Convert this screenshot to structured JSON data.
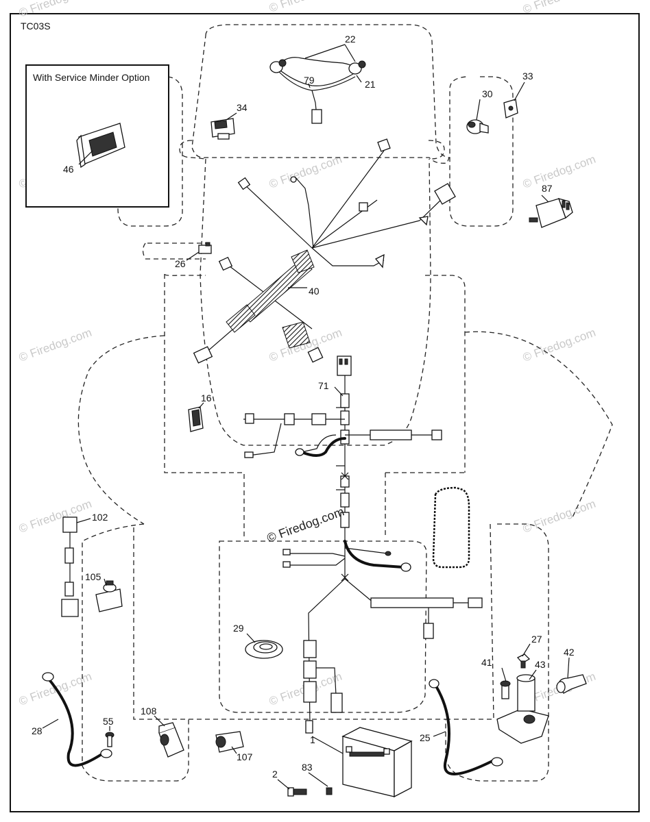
{
  "diagram": {
    "code": "TC03S",
    "inset_title": "With Service Minder Option",
    "watermark_main": "© Firedog.com",
    "watermark_tile": "© Firedog.com",
    "callouts": [
      {
        "id": "c22",
        "text": "22"
      },
      {
        "id": "c79",
        "text": "79"
      },
      {
        "id": "c21",
        "text": "21"
      },
      {
        "id": "c34",
        "text": "34"
      },
      {
        "id": "c30",
        "text": "30"
      },
      {
        "id": "c33",
        "text": "33"
      },
      {
        "id": "c46",
        "text": "46"
      },
      {
        "id": "c87",
        "text": "87"
      },
      {
        "id": "c26",
        "text": "26"
      },
      {
        "id": "c40",
        "text": "40"
      },
      {
        "id": "c71",
        "text": "71"
      },
      {
        "id": "c16",
        "text": "16"
      },
      {
        "id": "c102",
        "text": "102"
      },
      {
        "id": "c105",
        "text": "105"
      },
      {
        "id": "c29",
        "text": "29"
      },
      {
        "id": "c27",
        "text": "27"
      },
      {
        "id": "c42",
        "text": "42"
      },
      {
        "id": "c41",
        "text": "41"
      },
      {
        "id": "c43",
        "text": "43"
      },
      {
        "id": "c28",
        "text": "28"
      },
      {
        "id": "c55",
        "text": "55"
      },
      {
        "id": "c108",
        "text": "108"
      },
      {
        "id": "c107",
        "text": "107"
      },
      {
        "id": "c1",
        "text": "1"
      },
      {
        "id": "c83",
        "text": "83"
      },
      {
        "id": "c2",
        "text": "2"
      },
      {
        "id": "c25",
        "text": "25"
      }
    ]
  }
}
